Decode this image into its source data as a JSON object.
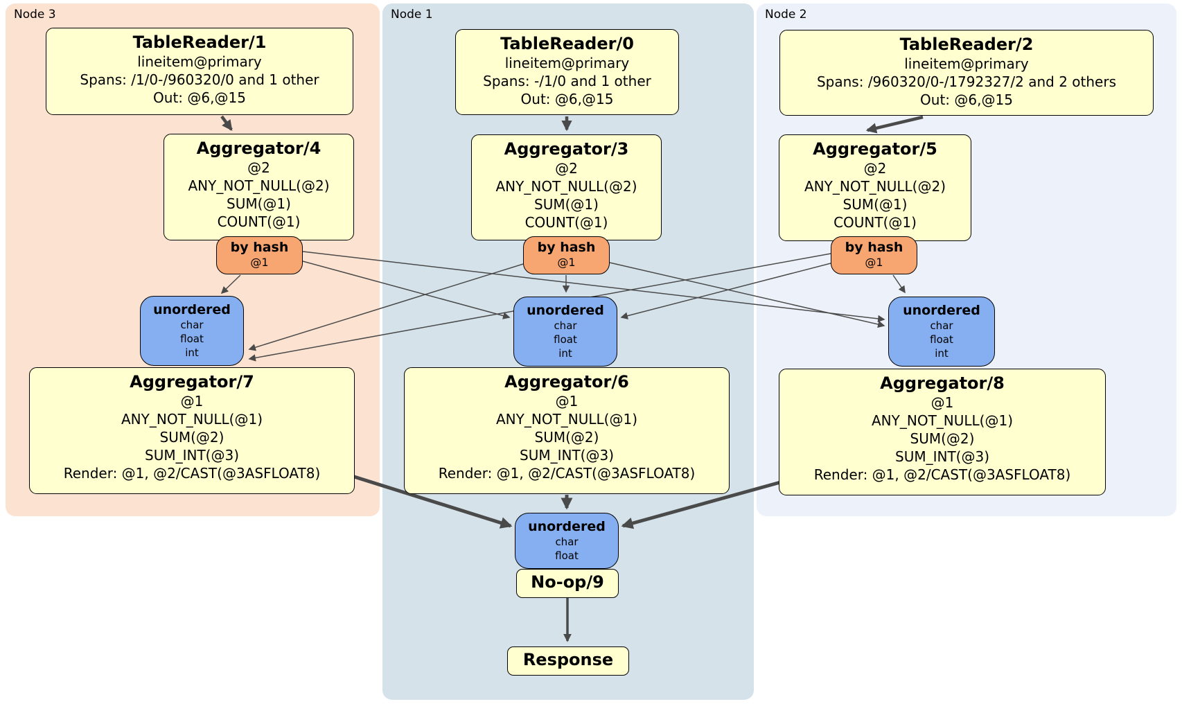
{
  "panels": [
    {
      "id": "node3",
      "label": "Node 3",
      "color": "#fce2d0"
    },
    {
      "id": "node1",
      "label": "Node 1",
      "color": "#d5e2ea"
    },
    {
      "id": "node2",
      "label": "Node 2",
      "color": "#edf2fa"
    }
  ],
  "boxes": {
    "tr1": {
      "type": "processor",
      "node": "Node 3",
      "title": "TableReader/1",
      "lines": [
        "lineitem@primary",
        "Spans: /1/0-/960320/0 and 1 other",
        "Out: @6,@15"
      ]
    },
    "agg4": {
      "type": "processor",
      "node": "Node 3",
      "title": "Aggregator/4",
      "lines": [
        "@2",
        "ANY_NOT_NULL(@2)",
        "SUM(@1)",
        "COUNT(@1)"
      ]
    },
    "hash3": {
      "type": "router",
      "node": "Node 3",
      "title": "by hash",
      "lines": [
        "@1"
      ]
    },
    "sync3": {
      "type": "synchronizer",
      "node": "Node 3",
      "title": "unordered",
      "lines": [
        "char",
        "float",
        "int"
      ]
    },
    "agg7": {
      "type": "processor",
      "node": "Node 3",
      "title": "Aggregator/7",
      "lines": [
        "@1",
        "ANY_NOT_NULL(@1)",
        "SUM(@2)",
        "SUM_INT(@3)",
        "Render: @1, @2/CAST(@3ASFLOAT8)"
      ]
    },
    "tr0": {
      "type": "processor",
      "node": "Node 1",
      "title": "TableReader/0",
      "lines": [
        "lineitem@primary",
        "Spans: -/1/0 and 1 other",
        "Out: @6,@15"
      ]
    },
    "agg3": {
      "type": "processor",
      "node": "Node 1",
      "title": "Aggregator/3",
      "lines": [
        "@2",
        "ANY_NOT_NULL(@2)",
        "SUM(@1)",
        "COUNT(@1)"
      ]
    },
    "hash1": {
      "type": "router",
      "node": "Node 1",
      "title": "by hash",
      "lines": [
        "@1"
      ]
    },
    "sync1": {
      "type": "synchronizer",
      "node": "Node 1",
      "title": "unordered",
      "lines": [
        "char",
        "float",
        "int"
      ]
    },
    "agg6": {
      "type": "processor",
      "node": "Node 1",
      "title": "Aggregator/6",
      "lines": [
        "@1",
        "ANY_NOT_NULL(@1)",
        "SUM(@2)",
        "SUM_INT(@3)",
        "Render: @1, @2/CAST(@3ASFLOAT8)"
      ]
    },
    "syncFinal": {
      "type": "synchronizer",
      "node": "Node 1",
      "title": "unordered",
      "lines": [
        "char",
        "float"
      ]
    },
    "noop": {
      "type": "processor",
      "node": "Node 1",
      "title": "No-op/9",
      "lines": []
    },
    "response": {
      "type": "terminal",
      "node": "Node 1",
      "title": "Response",
      "lines": []
    },
    "tr2": {
      "type": "processor",
      "node": "Node 2",
      "title": "TableReader/2",
      "lines": [
        "lineitem@primary",
        "Spans: /960320/0-/1792327/2 and 2 others",
        "Out: @6,@15"
      ]
    },
    "agg5": {
      "type": "processor",
      "node": "Node 2",
      "title": "Aggregator/5",
      "lines": [
        "@2",
        "ANY_NOT_NULL(@2)",
        "SUM(@1)",
        "COUNT(@1)"
      ]
    },
    "hash2": {
      "type": "router",
      "node": "Node 2",
      "title": "by hash",
      "lines": [
        "@1"
      ]
    },
    "sync2": {
      "type": "synchronizer",
      "node": "Node 2",
      "title": "unordered",
      "lines": [
        "char",
        "float",
        "int"
      ]
    },
    "agg8": {
      "type": "processor",
      "node": "Node 2",
      "title": "Aggregator/8",
      "lines": [
        "@1",
        "ANY_NOT_NULL(@1)",
        "SUM(@2)",
        "SUM_INT(@3)",
        "Render: @1, @2/CAST(@3ASFLOAT8)"
      ]
    }
  },
  "edges": [
    {
      "from": "tr1",
      "to": "agg4",
      "style": "thick-arrow"
    },
    {
      "from": "tr0",
      "to": "agg3",
      "style": "thick-arrow"
    },
    {
      "from": "tr2",
      "to": "agg5",
      "style": "thick-arrow"
    },
    {
      "from": "hash3",
      "to": "sync3",
      "style": "thin-arrow"
    },
    {
      "from": "hash3",
      "to": "sync1",
      "style": "thin-arrow"
    },
    {
      "from": "hash3",
      "to": "sync2",
      "style": "thin-arrow"
    },
    {
      "from": "hash1",
      "to": "sync3",
      "style": "thin-arrow"
    },
    {
      "from": "hash1",
      "to": "sync1",
      "style": "thin-arrow"
    },
    {
      "from": "hash1",
      "to": "sync2",
      "style": "thin-arrow"
    },
    {
      "from": "hash2",
      "to": "sync3",
      "style": "thin-arrow"
    },
    {
      "from": "hash2",
      "to": "sync1",
      "style": "thin-arrow"
    },
    {
      "from": "hash2",
      "to": "sync2",
      "style": "thin-arrow"
    },
    {
      "from": "agg7",
      "to": "syncFinal",
      "style": "thick-arrow"
    },
    {
      "from": "agg6",
      "to": "syncFinal",
      "style": "thick-arrow"
    },
    {
      "from": "agg8",
      "to": "syncFinal",
      "style": "thick-arrow"
    },
    {
      "from": "noop",
      "to": "response",
      "style": "thick-arrow"
    }
  ],
  "colors": {
    "processor_fill": "#ffffd0",
    "router_fill": "#f8a671",
    "synchronizer_fill": "#85aff0",
    "panel_node3": "#fce2d0",
    "panel_node1": "#d5e2ea",
    "panel_node2": "#edf2fa",
    "edge": "#4a4a4a",
    "border": "#000000"
  }
}
